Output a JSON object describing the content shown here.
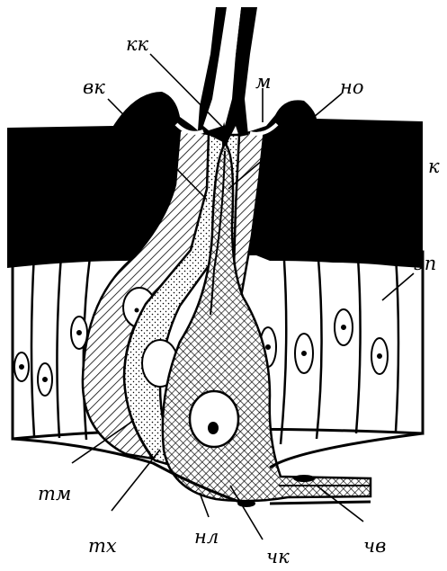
{
  "labels": {
    "kk": "кк",
    "vk": "вк",
    "m": "м",
    "no": "но",
    "k": "к",
    "ep": "эп",
    "tm": "тм",
    "tkh": "тх",
    "nl": "нл",
    "chk": "чк",
    "chv": "чв"
  }
}
